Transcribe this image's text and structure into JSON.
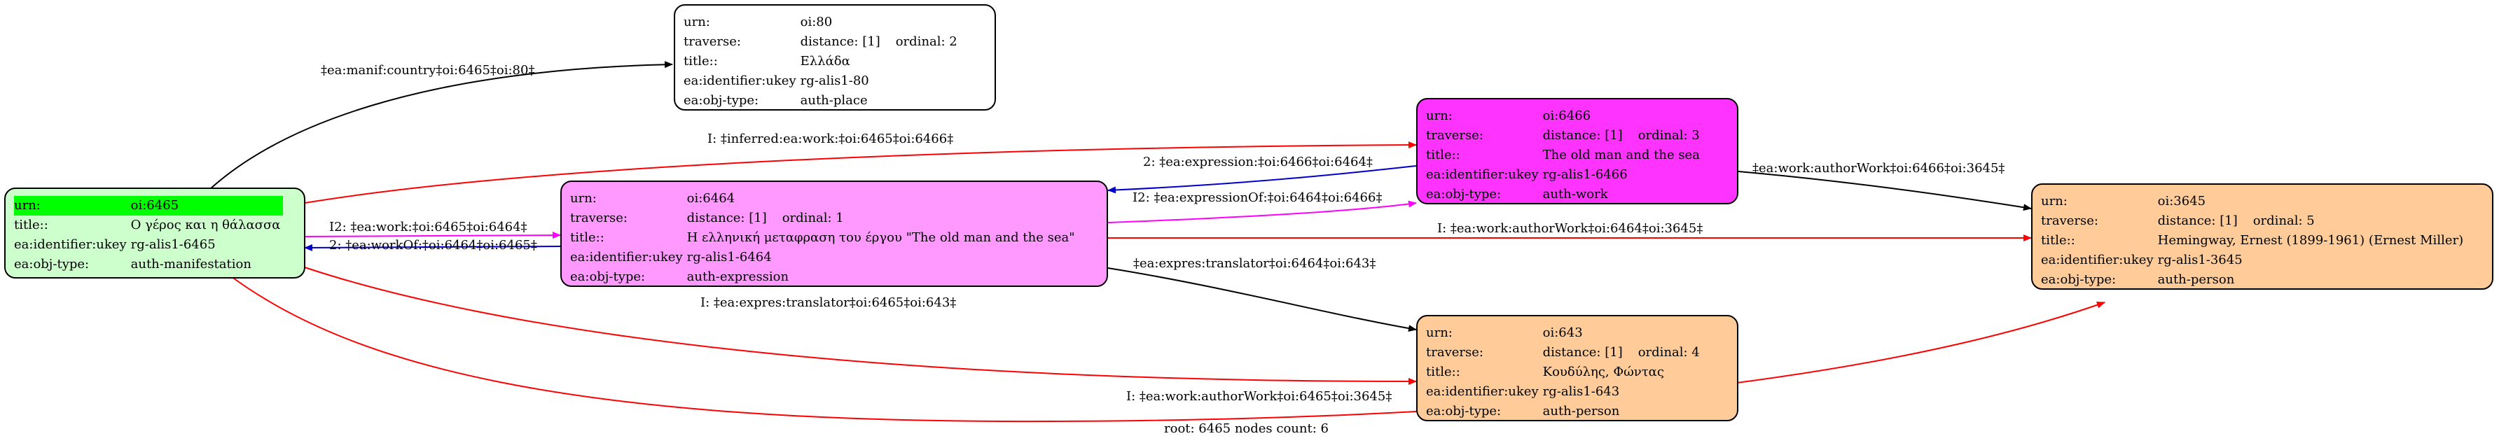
{
  "colors": {
    "node_root": "#ccffcc",
    "node_root_highlight": "#00ff00",
    "node_place": "#ffffff",
    "node_expression": "#ff99ff",
    "node_work": "#ff33ff",
    "node_person": "#ffcc99",
    "edge_black": "#000000",
    "edge_red": "#ff0000",
    "edge_blue": "#0000cc",
    "edge_magenta": "#ff00ff"
  },
  "nodes": {
    "place": {
      "urn_label": "urn:",
      "urn": "oi:80",
      "traverse_label": "traverse:",
      "distance": "distance: [1]",
      "ordinal": "ordinal: 2",
      "title_label": "title::",
      "title": "Ελλάδα",
      "ident_label": "ea:identifier:ukey",
      "ident": "rg-alis1-80",
      "type_label": "ea:obj-type:",
      "type": "auth-place"
    },
    "manifestation": {
      "urn_label": "urn:",
      "urn": "oi:6465",
      "title_label": "title::",
      "title": "Ο γέρος και η θάλασσα",
      "ident_label": "ea:identifier:ukey",
      "ident": "rg-alis1-6465",
      "type_label": "ea:obj-type:",
      "type": "auth-manifestation"
    },
    "expression": {
      "urn_label": "urn:",
      "urn": "oi:6464",
      "traverse_label": "traverse:",
      "distance": "distance: [1]",
      "ordinal": "ordinal: 1",
      "title_label": "title::",
      "title": "Η ελληνική μεταφραση του έργου \"The old man and the sea\"",
      "ident_label": "ea:identifier:ukey",
      "ident": "rg-alis1-6464",
      "type_label": "ea:obj-type:",
      "type": "auth-expression"
    },
    "work": {
      "urn_label": "urn:",
      "urn": "oi:6466",
      "traverse_label": "traverse:",
      "distance": "distance: [1]",
      "ordinal": "ordinal: 3",
      "title_label": "title::",
      "title": "The old man and the sea",
      "ident_label": "ea:identifier:ukey",
      "ident": "rg-alis1-6466",
      "type_label": "ea:obj-type:",
      "type": "auth-work"
    },
    "translator": {
      "urn_label": "urn:",
      "urn": "oi:643",
      "traverse_label": "traverse:",
      "distance": "distance: [1]",
      "ordinal": "ordinal: 4",
      "title_label": "title::",
      "title": "Κουδύλης, Φώντας",
      "ident_label": "ea:identifier:ukey",
      "ident": "rg-alis1-643",
      "type_label": "ea:obj-type:",
      "type": "auth-person"
    },
    "author": {
      "urn_label": "urn:",
      "urn": "oi:3645",
      "traverse_label": "traverse:",
      "distance": "distance: [1]",
      "ordinal": "ordinal: 5",
      "title_label": "title::",
      "title": "Hemingway, Ernest (1899-1961) (Ernest Miller)",
      "ident_label": "ea:identifier:ukey",
      "ident": "rg-alis1-3645",
      "type_label": "ea:obj-type:",
      "type": "auth-person"
    }
  },
  "edges": {
    "country": "‡ea:manif:country‡oi:6465‡oi:80‡",
    "inferred_work": "I: ‡inferred:ea:work:‡oi:6465‡oi:6466‡",
    "expression": "2: ‡ea:expression:‡oi:6466‡oi:6464‡",
    "expression_of": "I2: ‡ea:expressionOf:‡oi:6464‡oi:6466‡",
    "author_work": "‡ea:work:authorWork‡oi:6466‡oi:3645‡",
    "ea_work": "I2: ‡ea:work:‡oi:6465‡oi:6464‡",
    "work_of": "2: ‡ea:workOf:‡oi:6464‡oi:6465‡",
    "author_work_6464": "I: ‡ea:work:authorWork‡oi:6464‡oi:3645‡",
    "translator_6464": "‡ea:expres:translator‡oi:6464‡oi:643‡",
    "translator_6465": "I: ‡ea:expres:translator‡oi:6465‡oi:643‡",
    "author_work_6465": "I: ‡ea:work:authorWork‡oi:6465‡oi:3645‡"
  },
  "footer": "root: 6465 nodes count: 6"
}
